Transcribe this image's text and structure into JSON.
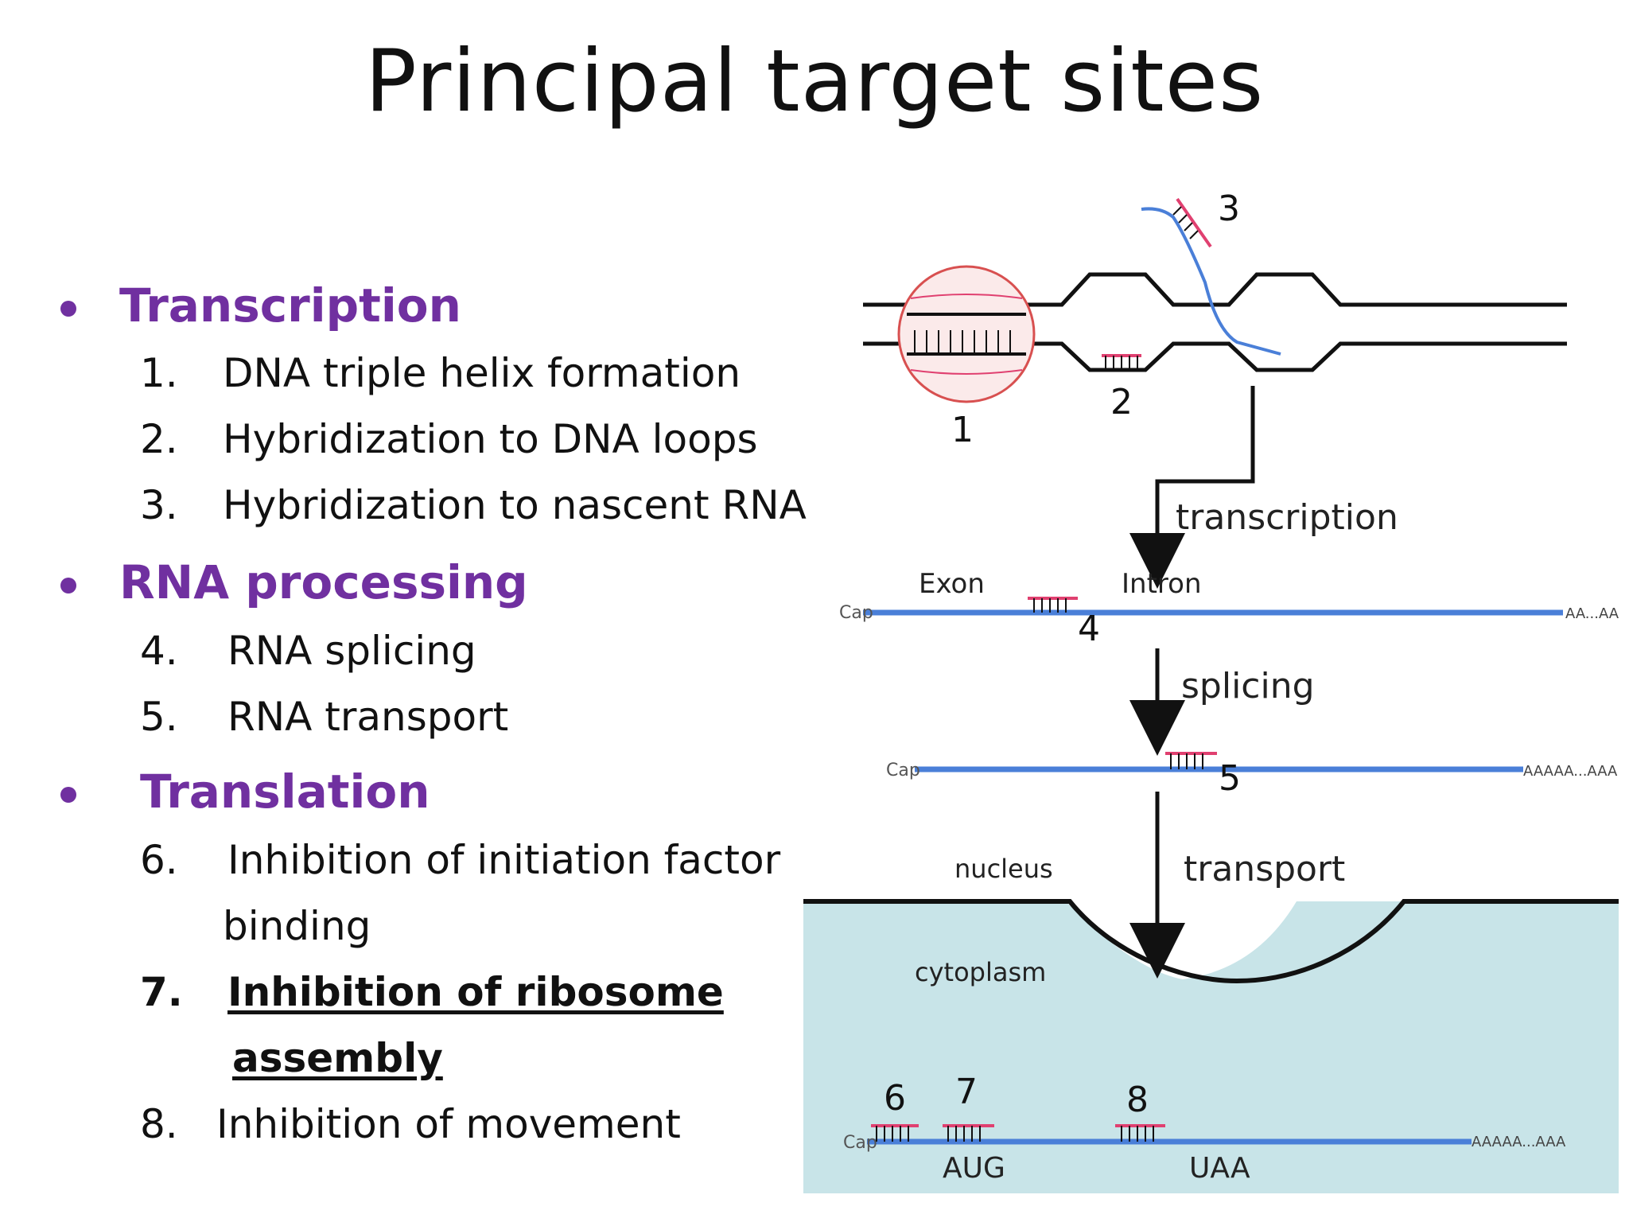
{
  "slide": {
    "title": "Principal target sites"
  },
  "sections": [
    {
      "heading": "Transcription",
      "items": [
        {
          "num": "1.",
          "text": "DNA triple helix formation"
        },
        {
          "num": "2.",
          "text": "Hybridization to DNA loops"
        },
        {
          "num": "3.",
          "text": "Hybridization to nascent RNA"
        }
      ]
    },
    {
      "heading": "RNA processing",
      "items": [
        {
          "num": "4.",
          "text": "RNA splicing"
        },
        {
          "num": "5.",
          "text": "RNA transport"
        }
      ]
    },
    {
      "heading": "Translation",
      "items": [
        {
          "num": "6.",
          "text": "Inhibition of initiation factor",
          "text2": "binding"
        },
        {
          "num": "7.",
          "text": "Inhibition of ribosome",
          "text2": "assembly"
        },
        {
          "num": "8.",
          "text": "Inhibition of movement"
        }
      ]
    }
  ],
  "figure": {
    "site_labels": [
      "1",
      "2",
      "3",
      "4",
      "5",
      "6",
      "7",
      "8"
    ],
    "steps": {
      "transcription": "transcription",
      "splicing": "splicing",
      "transport": "transport"
    },
    "pre_mrna": {
      "cap": "Cap",
      "exon": "Exon",
      "intron": "Intron",
      "tail": "AA...AAA"
    },
    "mrna": {
      "cap": "Cap",
      "tail": "AAAAA...AAA"
    },
    "compartments": {
      "nucleus": "nucleus",
      "cytoplasm": "cytoplasm"
    },
    "translation": {
      "cap": "Cap",
      "start_codon": "AUG",
      "stop_codon": "UAA",
      "tail": "AAAAA...AAA"
    },
    "colors": {
      "heading": "#7030a0",
      "rna_strand": "#4a7fd8",
      "oligo": "#e04070",
      "cytoplasm_fill": "#c8e4e8",
      "triplex_circle": "#d85050"
    }
  }
}
